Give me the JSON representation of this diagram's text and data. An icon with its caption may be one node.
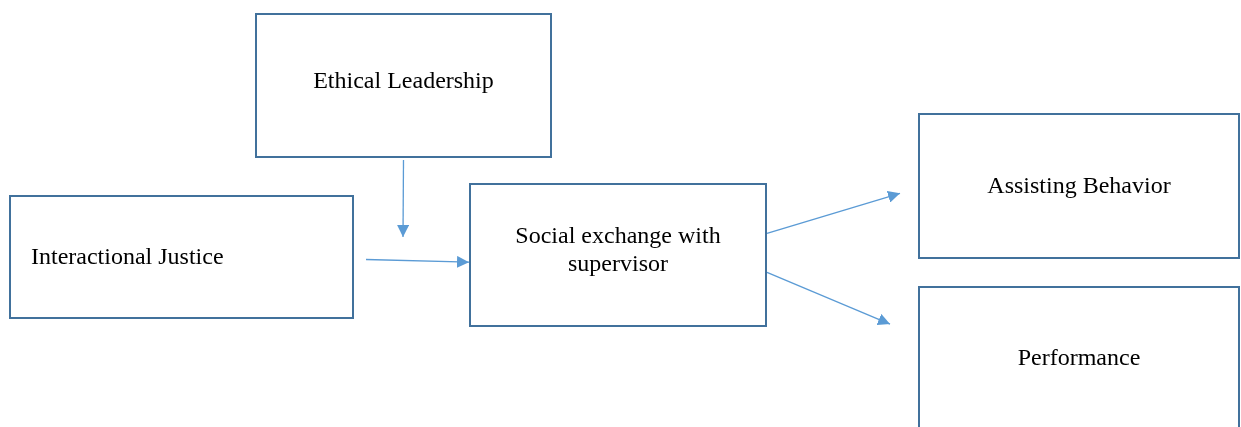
{
  "diagram": {
    "nodes": [
      {
        "text": [
          "Ethical Leadership"
        ]
      },
      {
        "text": [
          "Interactional Justice"
        ]
      },
      {
        "text": [
          "Social exchange with supervisor"
        ]
      },
      {
        "text": [
          "Assisting Behavior"
        ]
      },
      {
        "text": [
          "Performance"
        ]
      }
    ],
    "edges": [
      {
        "from": 0,
        "to": null,
        "arrow": "to"
      },
      {
        "from": 1,
        "to": 2,
        "arrow": "to"
      },
      {
        "from": 2,
        "to": 3,
        "arrow": "to"
      },
      {
        "from": 2,
        "to": 4,
        "arrow": "to"
      }
    ]
  }
}
